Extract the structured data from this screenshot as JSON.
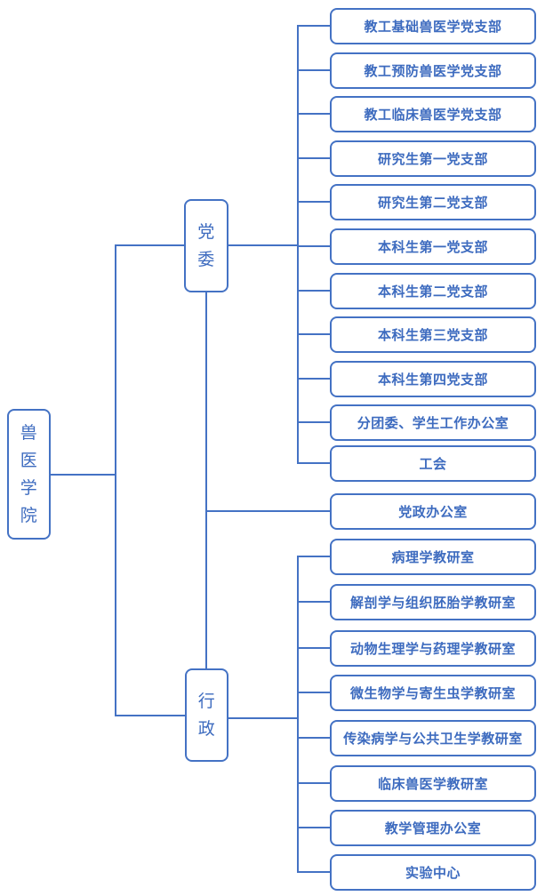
{
  "root": {
    "label": "兽医学院",
    "chars": [
      "兽",
      "医",
      "学",
      "院"
    ]
  },
  "branches": {
    "party": {
      "label": "党委",
      "chars": [
        "党",
        "委"
      ]
    },
    "admin": {
      "label": "行政",
      "chars": [
        "行",
        "政"
      ]
    }
  },
  "party_children": [
    "教工基础兽医学党支部",
    "教工预防兽医学党支部",
    "教工临床兽医学党支部",
    "研究生第一党支部",
    "研究生第二党支部",
    "本科生第一党支部",
    "本科生第二党支部",
    "本科生第三党支部",
    "本科生第四党支部",
    "分团委、学生工作办公室",
    "工会"
  ],
  "shared_office": "党政办公室",
  "admin_children": [
    "病理学教研室",
    "解剖学与组织胚胎学教研室",
    "动物生理学与药理学教研室",
    "微生物学与寄生虫学教研室",
    "传染病学与公共卫生学教研室",
    "临床兽医学教研室",
    "教学管理办公室",
    "实验中心"
  ],
  "colors": {
    "line": "#4472c4",
    "text": "#3d6bbf",
    "box_fill": "#ffffff"
  }
}
